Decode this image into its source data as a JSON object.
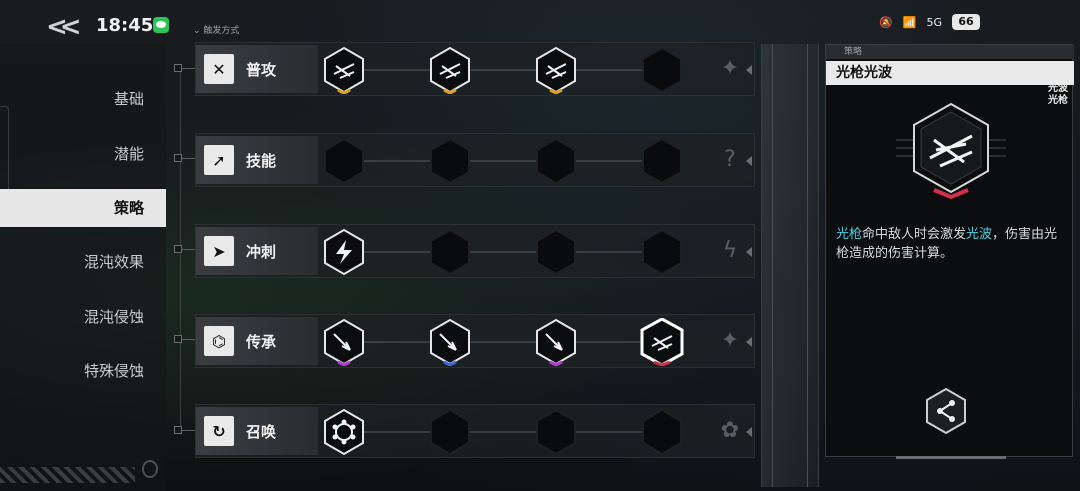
{
  "status": {
    "time": "18:45",
    "trigger_label": "触发方式",
    "network": "5G",
    "battery": "66"
  },
  "left_menu": {
    "items": [
      {
        "label": "基础",
        "active": false
      },
      {
        "label": "潜能",
        "active": false
      },
      {
        "label": "策略",
        "active": true
      },
      {
        "label": "混沌效果",
        "active": false
      },
      {
        "label": "混沌侵蚀",
        "active": false
      },
      {
        "label": "特殊侵蚀",
        "active": false
      }
    ]
  },
  "rows": [
    {
      "label": "普攻",
      "icon": "swords-icon",
      "nodes": [
        "filled-gold",
        "filled-gold",
        "filled-gold",
        "empty"
      ]
    },
    {
      "label": "技能",
      "icon": "arrow-icon",
      "nodes": [
        "empty",
        "empty",
        "empty",
        "empty"
      ]
    },
    {
      "label": "冲刺",
      "icon": "dash-icon",
      "nodes": [
        "filled",
        "empty",
        "empty",
        "empty"
      ]
    },
    {
      "label": "传承",
      "icon": "dna-icon",
      "nodes": [
        "filled-purple",
        "filled-blue",
        "filled-purple",
        "selected-red"
      ]
    },
    {
      "label": "召唤",
      "icon": "summon-icon",
      "nodes": [
        "filled",
        "empty",
        "empty",
        "empty"
      ]
    }
  ],
  "detail": {
    "tag": "策略",
    "title": "光枪光波",
    "chip_line1": "光波",
    "chip_line2": "光枪",
    "desc_hl1": "光枪",
    "desc_part1": "命中敌人时会激发",
    "desc_hl2": "光波",
    "desc_part2": "，伤害由光枪造成的伤害计算。"
  },
  "colors": {
    "gold": "#e0a21e",
    "purple": "#b43ad6",
    "blue": "#3a64e0",
    "red": "#d4304a",
    "cyan": "#4fd0e2"
  }
}
